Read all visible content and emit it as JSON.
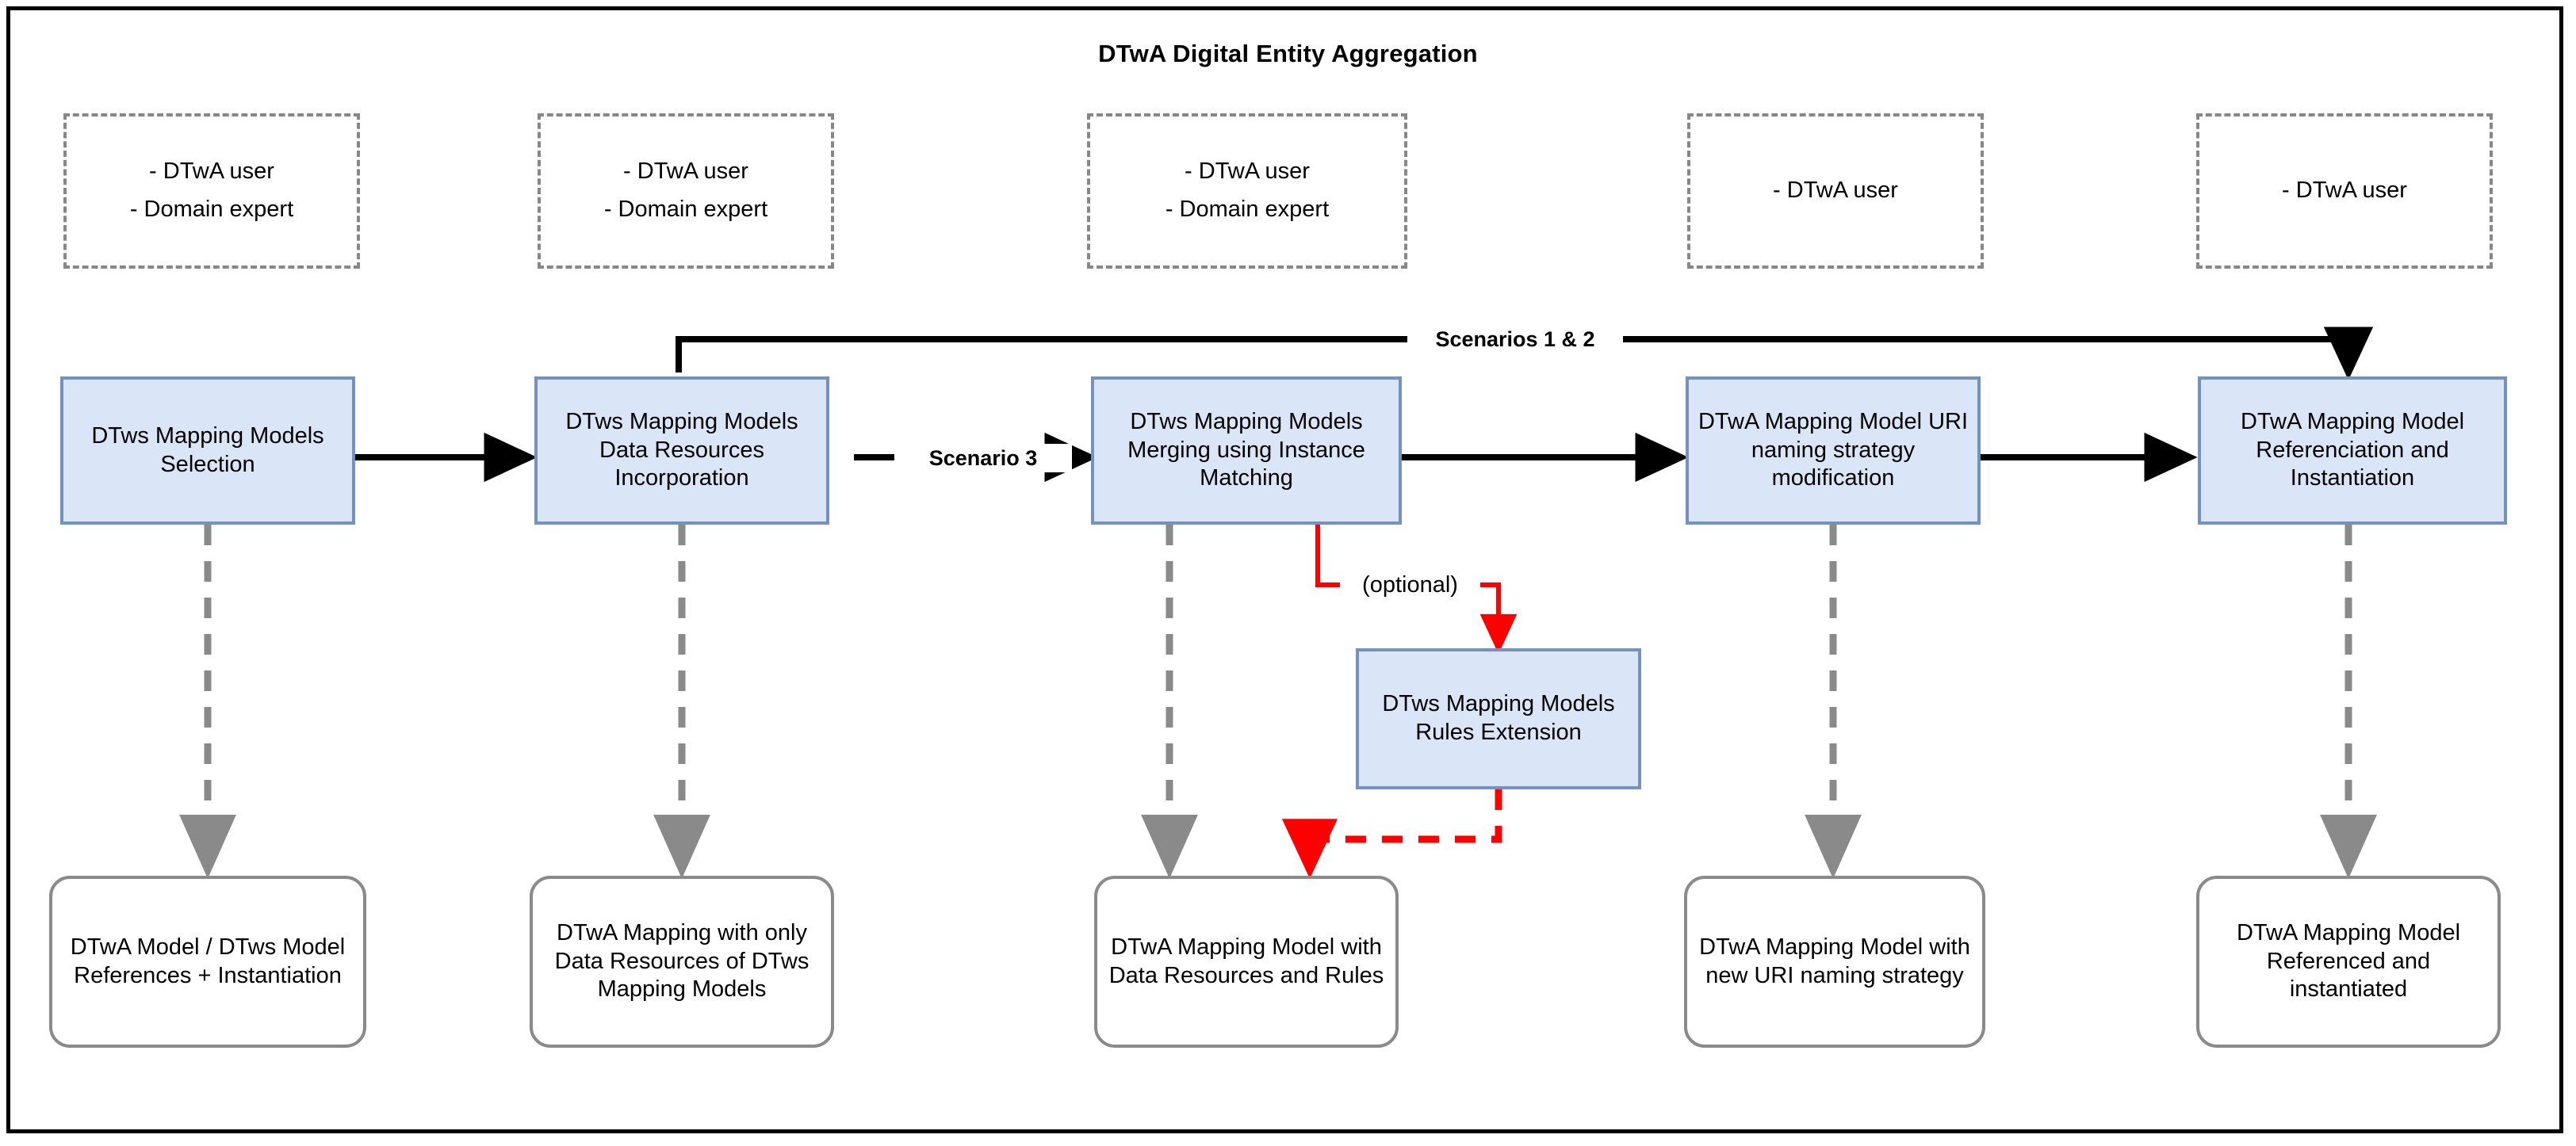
{
  "title": "DTwA Digital Entity Aggregation",
  "colors": {
    "frame": "#000000",
    "process_fill": "#dae5f7",
    "process_border": "#7392c0",
    "artefact_border": "#8a8a8a",
    "actor_border": "#878787",
    "flow_black": "#000000",
    "flow_red": "#ff0000"
  },
  "actors": [
    {
      "id": "actor-1",
      "lines": [
        "- DTwA user",
        "- Domain expert"
      ]
    },
    {
      "id": "actor-2",
      "lines": [
        "- DTwA user",
        "- Domain expert"
      ]
    },
    {
      "id": "actor-3",
      "lines": [
        "- DTwA user",
        "- Domain expert"
      ]
    },
    {
      "id": "actor-4",
      "lines": [
        "- DTwA user"
      ]
    },
    {
      "id": "actor-5",
      "lines": [
        "- DTwA user"
      ]
    }
  ],
  "processes": [
    {
      "id": "proc-1",
      "label": "DTws Mapping Models Selection"
    },
    {
      "id": "proc-2",
      "label": "DTws Mapping Models Data Resources Incorporation"
    },
    {
      "id": "proc-3",
      "label": "DTws Mapping Models Merging using Instance Matching"
    },
    {
      "id": "proc-4",
      "label": "DTwA Mapping Model URI naming strategy modification"
    },
    {
      "id": "proc-5",
      "label": "DTwA Mapping Model Referenciation and Instantiation"
    }
  ],
  "optional_process": {
    "id": "proc-optional",
    "label": "DTws Mapping Models Rules Extension"
  },
  "artefacts": [
    {
      "id": "artefact-1",
      "label": "DTwA Model / DTws Model References + Instantiation"
    },
    {
      "id": "artefact-2",
      "label": "DTwA Mapping with only Data Resources of DTws Mapping Models"
    },
    {
      "id": "artefact-3",
      "label": "DTwA Mapping Model with Data Resources and Rules"
    },
    {
      "id": "artefact-4",
      "label": "DTwA Mapping Model with new URI naming strategy"
    },
    {
      "id": "artefact-5",
      "label": "DTwA Mapping Model Referenced and instantiated"
    }
  ],
  "flow_labels": {
    "scenarios_1_2": "Scenarios 1 & 2",
    "scenario_3": "Scenario 3",
    "optional": "(optional)"
  }
}
